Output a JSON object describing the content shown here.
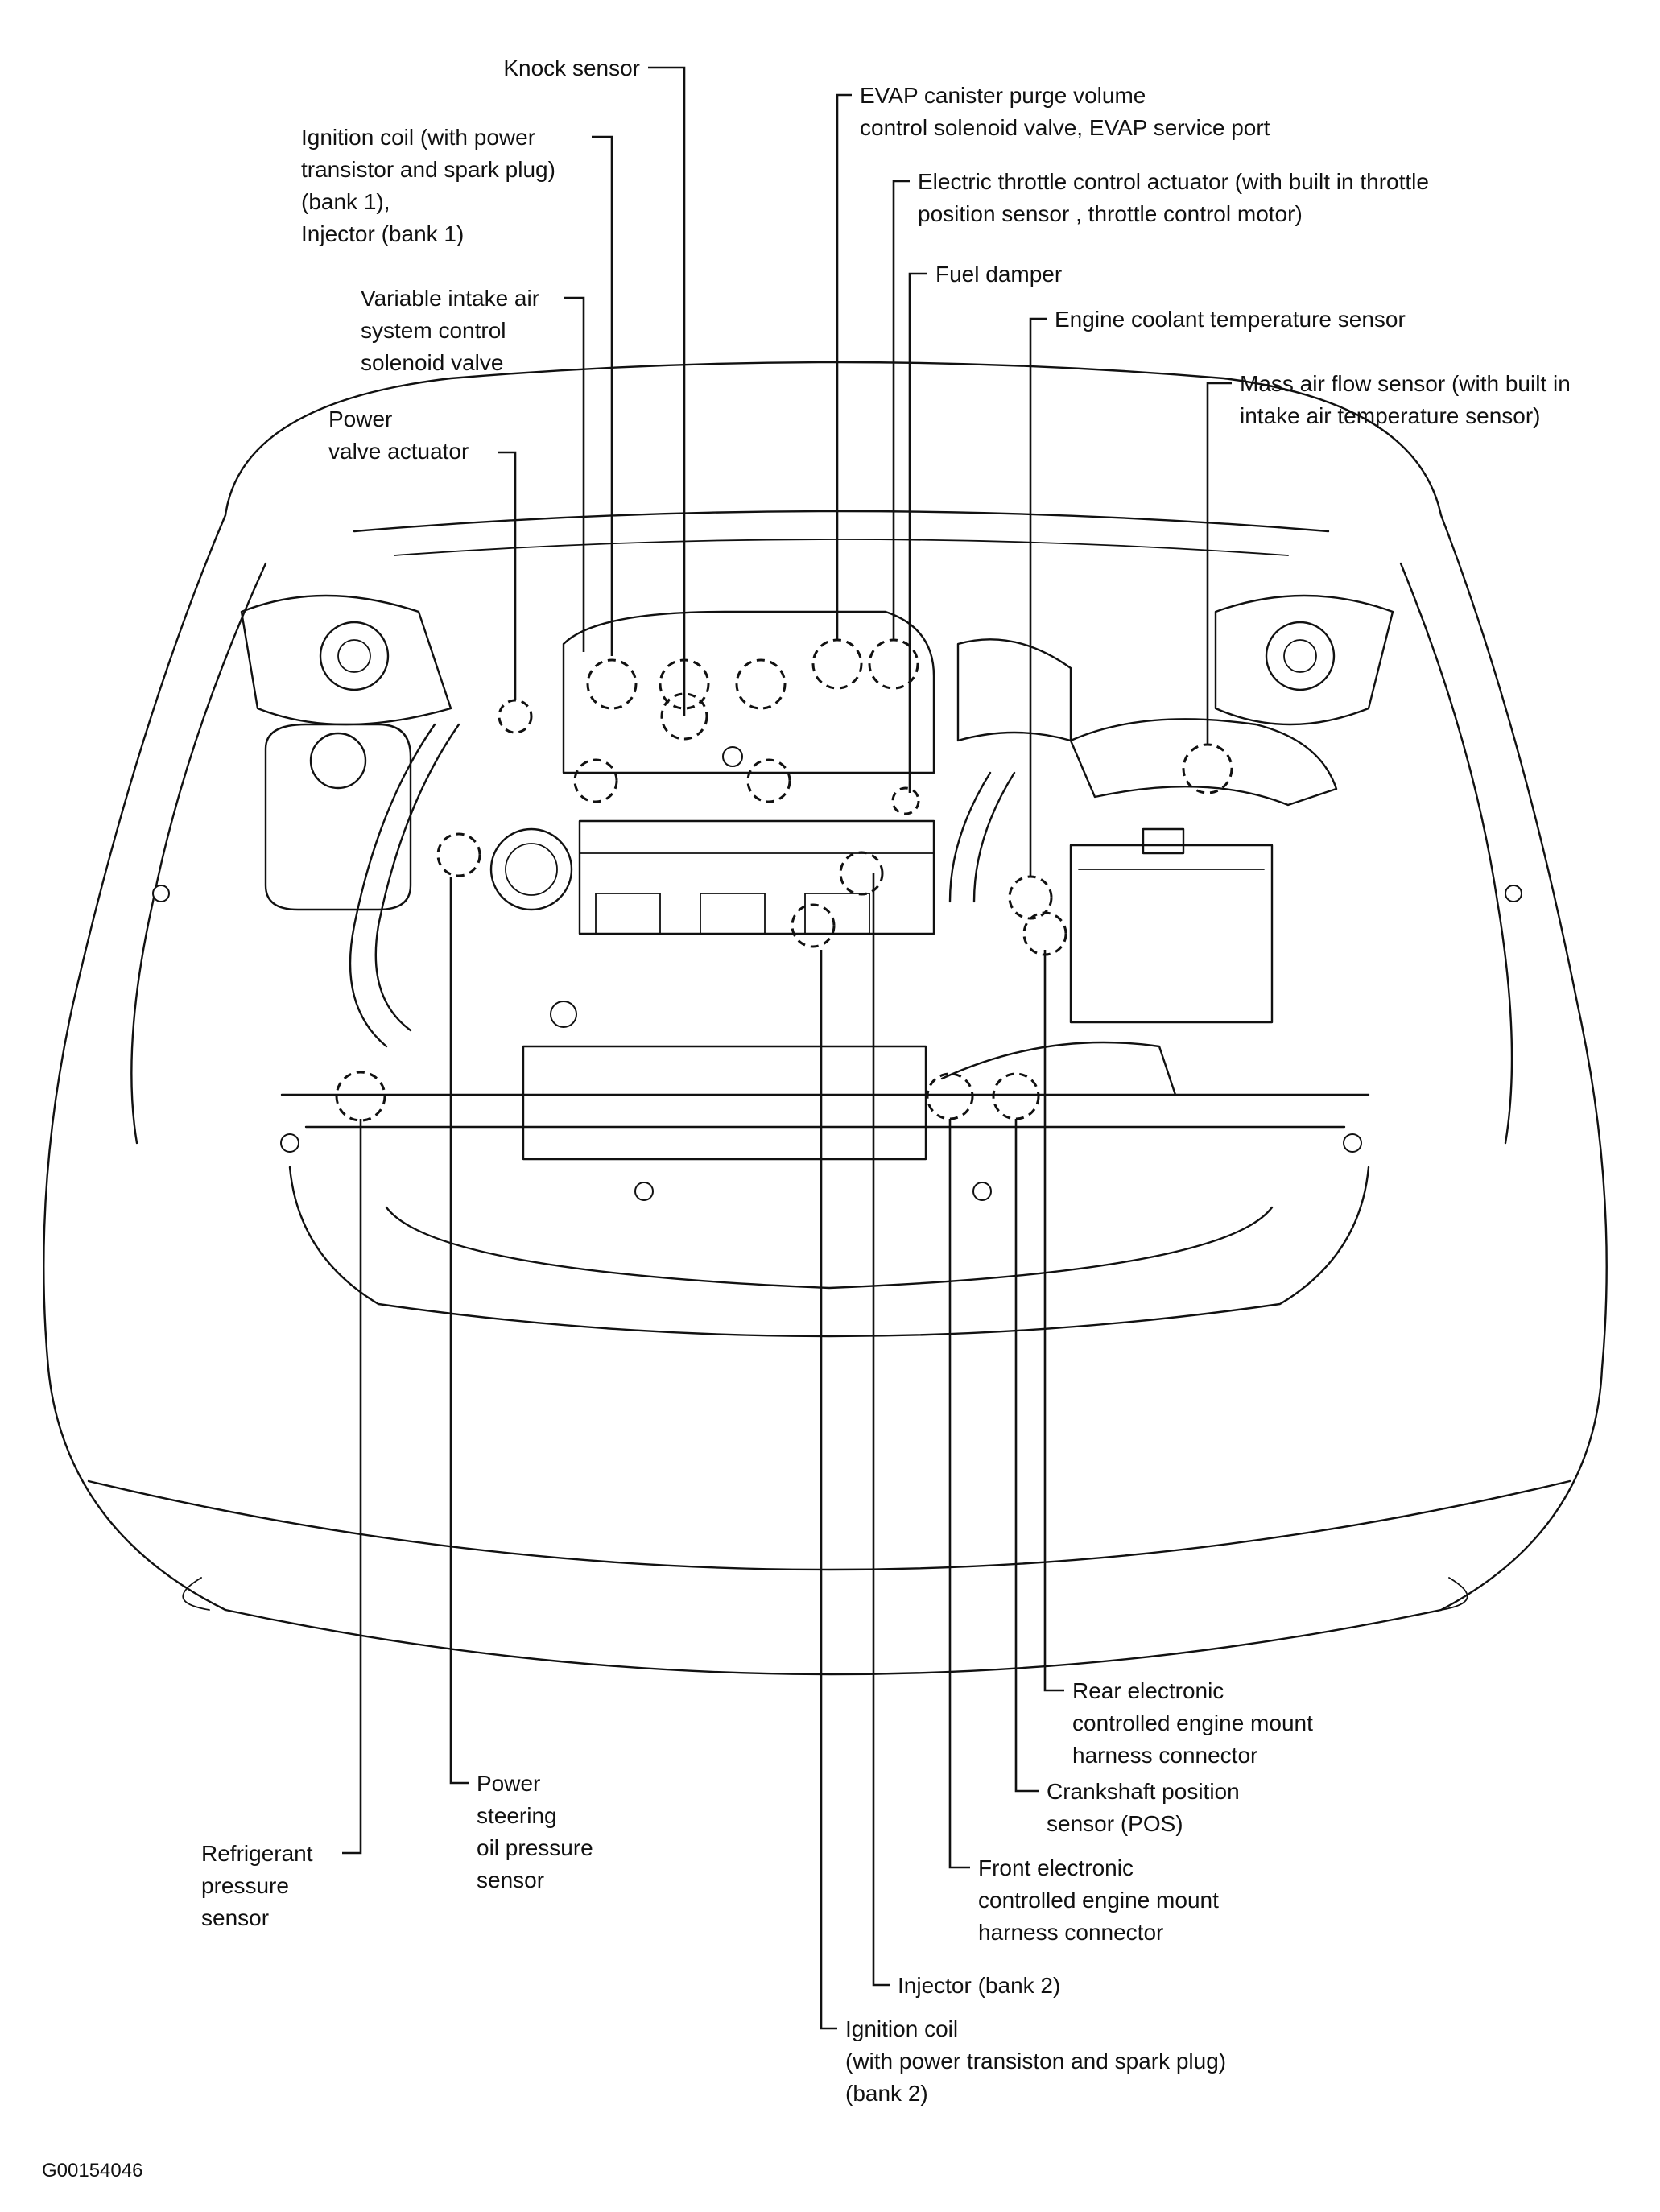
{
  "figure_code": "G00154046",
  "components": [
    {
      "id": "knock-sensor",
      "lines": [
        "Knock sensor"
      ]
    },
    {
      "id": "ignition-coil-bank1",
      "lines": [
        "Ignition coil (with power",
        "transistor and spark plug)",
        "(bank 1),",
        "Injector (bank 1)"
      ]
    },
    {
      "id": "variable-intake-valve",
      "lines": [
        "Variable intake air",
        "system control",
        "solenoid valve"
      ]
    },
    {
      "id": "power-valve-actuator",
      "lines": [
        "Power",
        "valve actuator"
      ]
    },
    {
      "id": "evap-canister-purge",
      "lines": [
        "EVAP canister purge volume",
        "control solenoid valve, EVAP service port"
      ]
    },
    {
      "id": "electric-throttle-actuator",
      "lines": [
        "Electric throttle control actuator (with built in throttle",
        "position sensor , throttle control motor)"
      ]
    },
    {
      "id": "fuel-damper",
      "lines": [
        "Fuel damper"
      ]
    },
    {
      "id": "coolant-temp-sensor",
      "lines": [
        "Engine coolant temperature sensor"
      ]
    },
    {
      "id": "mass-air-flow-sensor",
      "lines": [
        "Mass air flow sensor (with built in",
        "intake air temperature sensor)"
      ]
    },
    {
      "id": "rear-mount-connector",
      "lines": [
        "Rear electronic",
        "controlled engine mount",
        "harness connector"
      ]
    },
    {
      "id": "crankshaft-position-sensor",
      "lines": [
        "Crankshaft position",
        "sensor (POS)"
      ]
    },
    {
      "id": "front-mount-connector",
      "lines": [
        "Front electronic",
        "controlled engine mount",
        "harness connector"
      ]
    },
    {
      "id": "injector-bank2",
      "lines": [
        "Injector (bank 2)"
      ]
    },
    {
      "id": "ignition-coil-bank2",
      "lines": [
        "Ignition coil",
        "(with power transiston and spark plug)",
        "(bank 2)"
      ]
    },
    {
      "id": "power-steering-sensor",
      "lines": [
        "Power",
        "steering",
        "oil pressure",
        "sensor"
      ]
    },
    {
      "id": "refrigerant-pressure-sensor",
      "lines": [
        "Refrigerant",
        "pressure",
        "sensor"
      ]
    }
  ]
}
